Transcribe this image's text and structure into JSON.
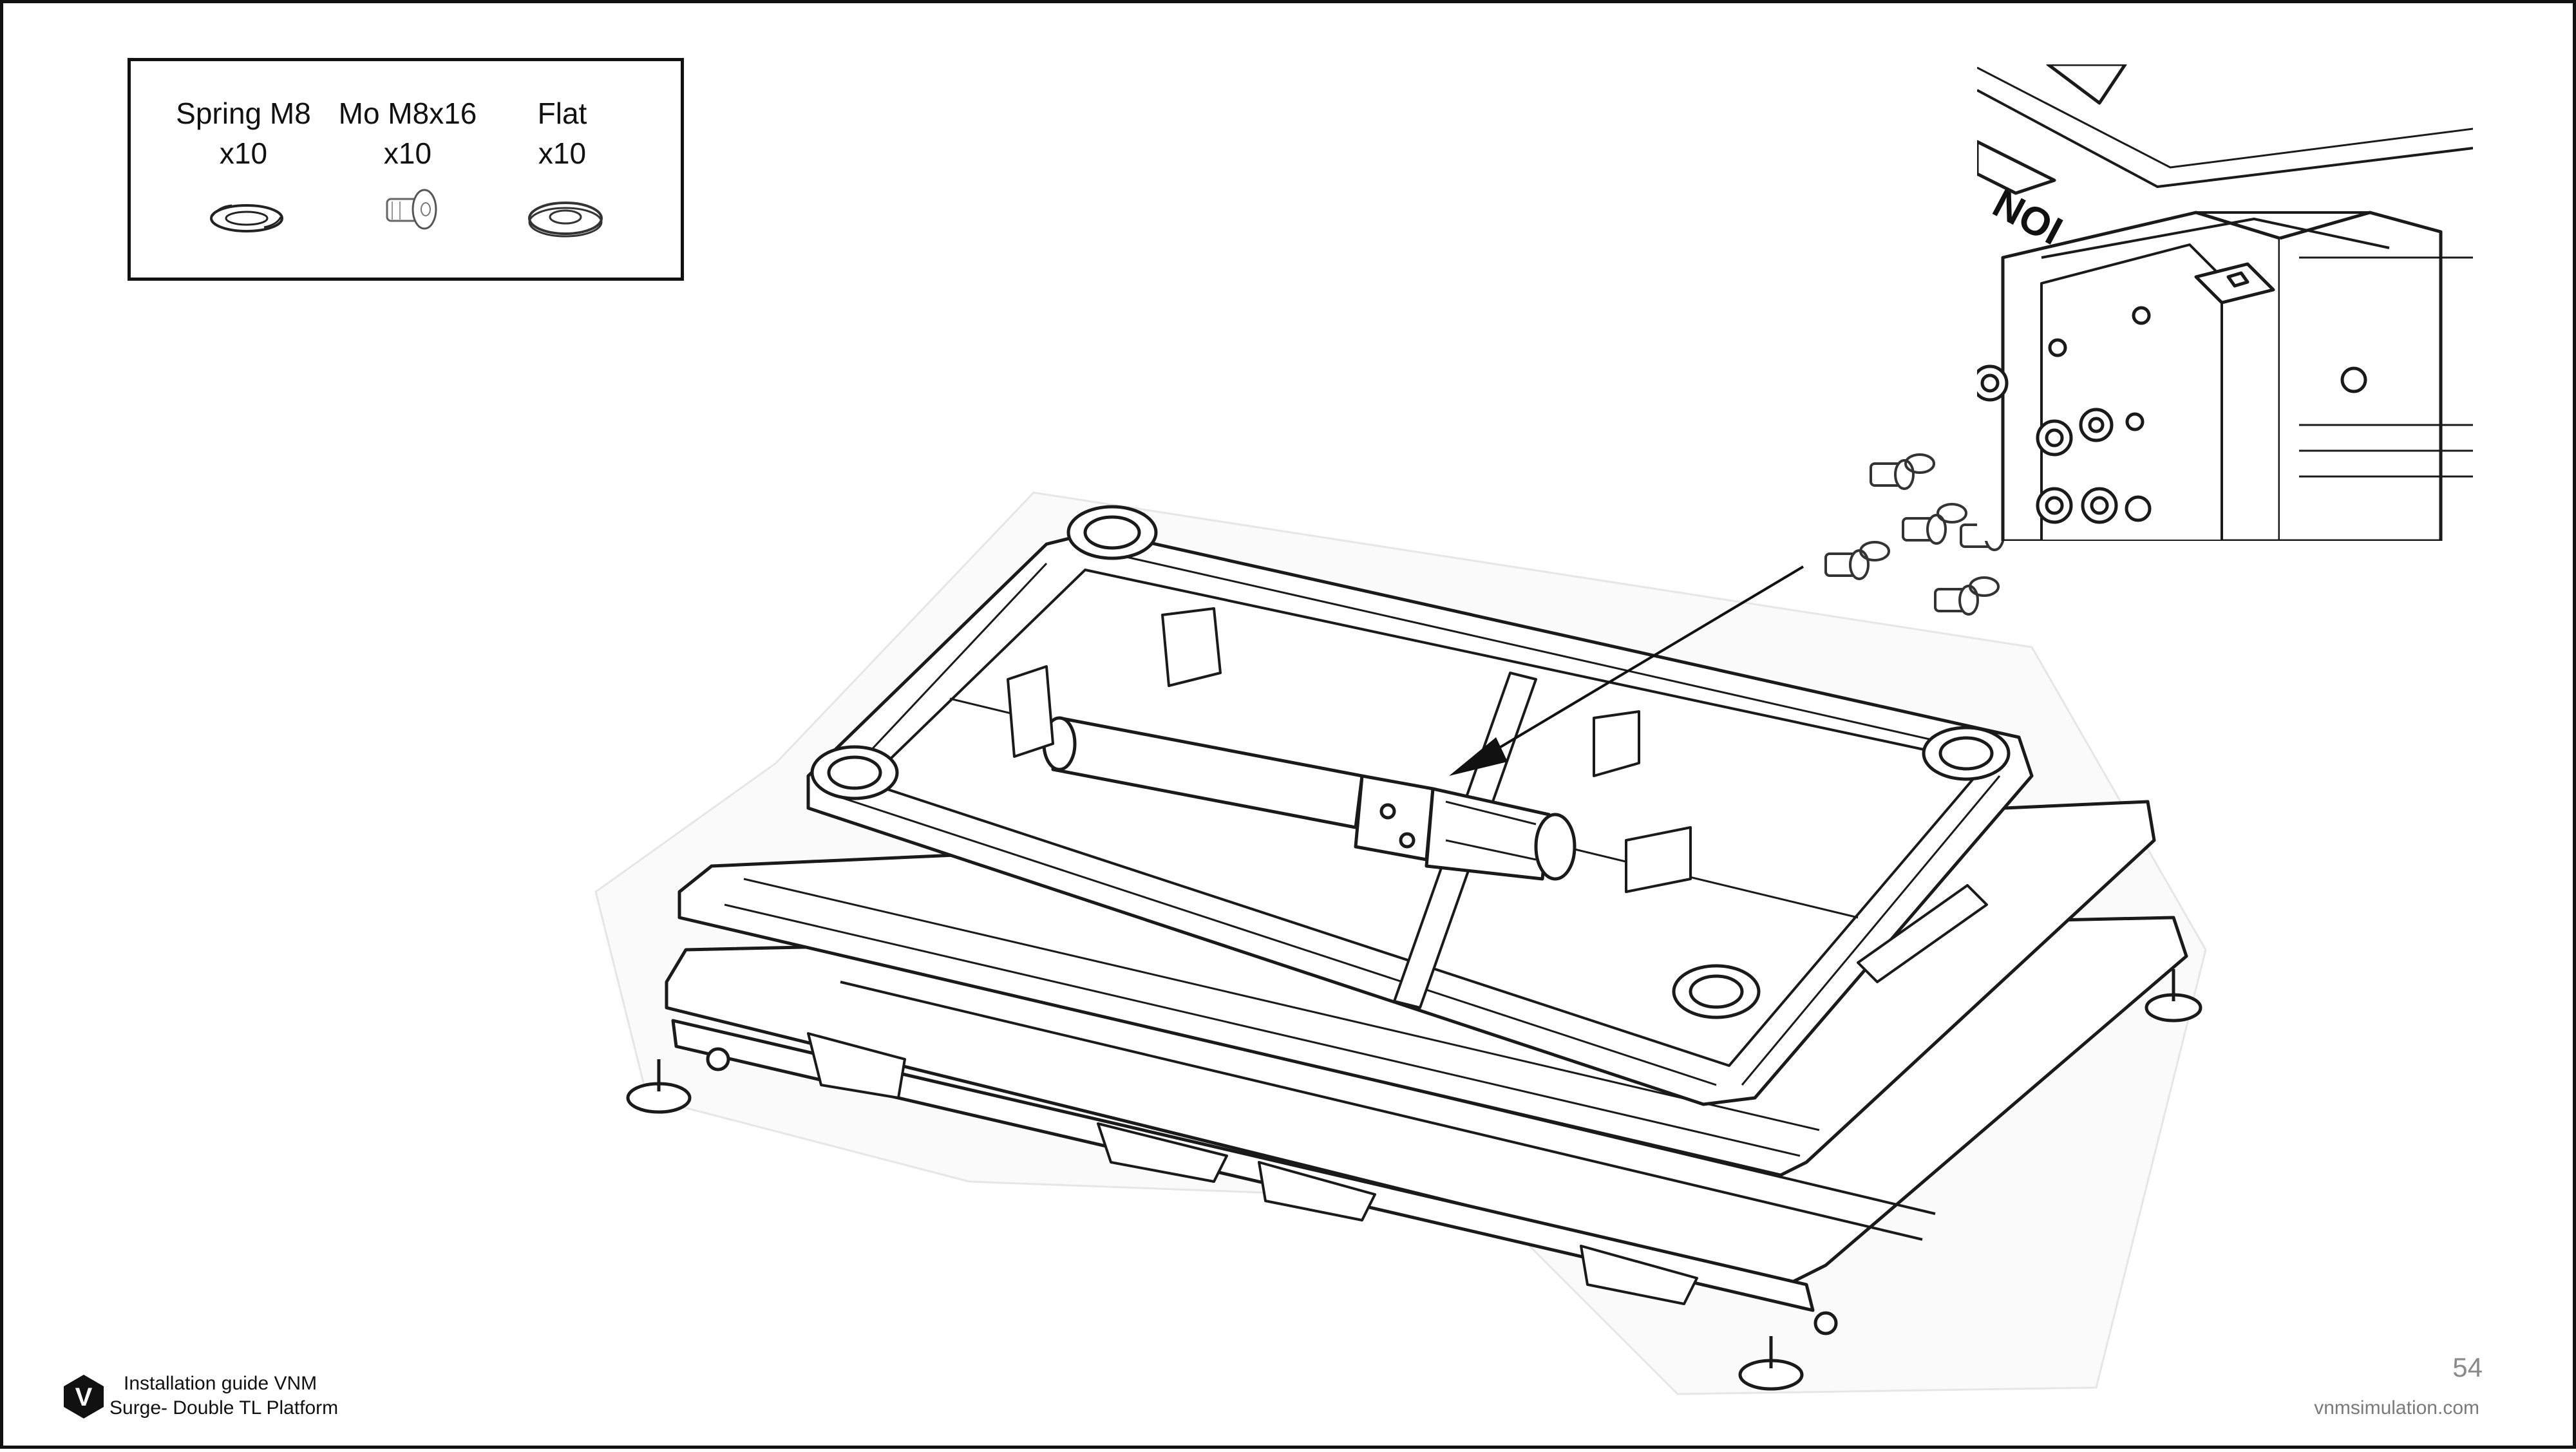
{
  "parts": [
    {
      "name": "Spring M8",
      "qty": "x10",
      "icon": "spring-washer-icon"
    },
    {
      "name": "Mo M8x16",
      "qty": "x10",
      "icon": "button-head-bolt-icon"
    },
    {
      "name": "Flat",
      "qty": "x10",
      "icon": "flat-washer-icon"
    }
  ],
  "footer": {
    "line1": "Installation guide VNM",
    "line2": "Surge- Double TL Platform",
    "logo_letter": "V"
  },
  "page_number": "54",
  "website": "vnmsimulation.com",
  "colors": {
    "line": "#111111",
    "muted": "#8a8a8a",
    "shadow": "#f3f3f3"
  }
}
